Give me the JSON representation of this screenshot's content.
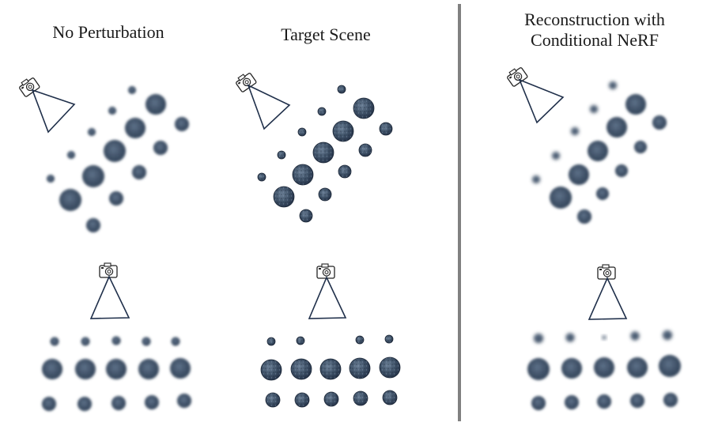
{
  "columns": [
    {
      "id": "no-perturbation",
      "title_lines": [
        "No Perturbation"
      ]
    },
    {
      "id": "target-scene",
      "title_lines": [
        "Target Scene"
      ]
    },
    {
      "id": "reconstruction",
      "title_lines": [
        "Reconstruction with",
        "Conditional NeRF"
      ]
    }
  ],
  "views": [
    "diagonal-view",
    "top-view"
  ],
  "icons": [
    "camera-icon",
    "view-frustum"
  ],
  "colors": {
    "sphere": "#3f5268",
    "sphere_dark": "#2b3a4d",
    "frustum": "#1f2f4a",
    "divider": "#808080"
  }
}
